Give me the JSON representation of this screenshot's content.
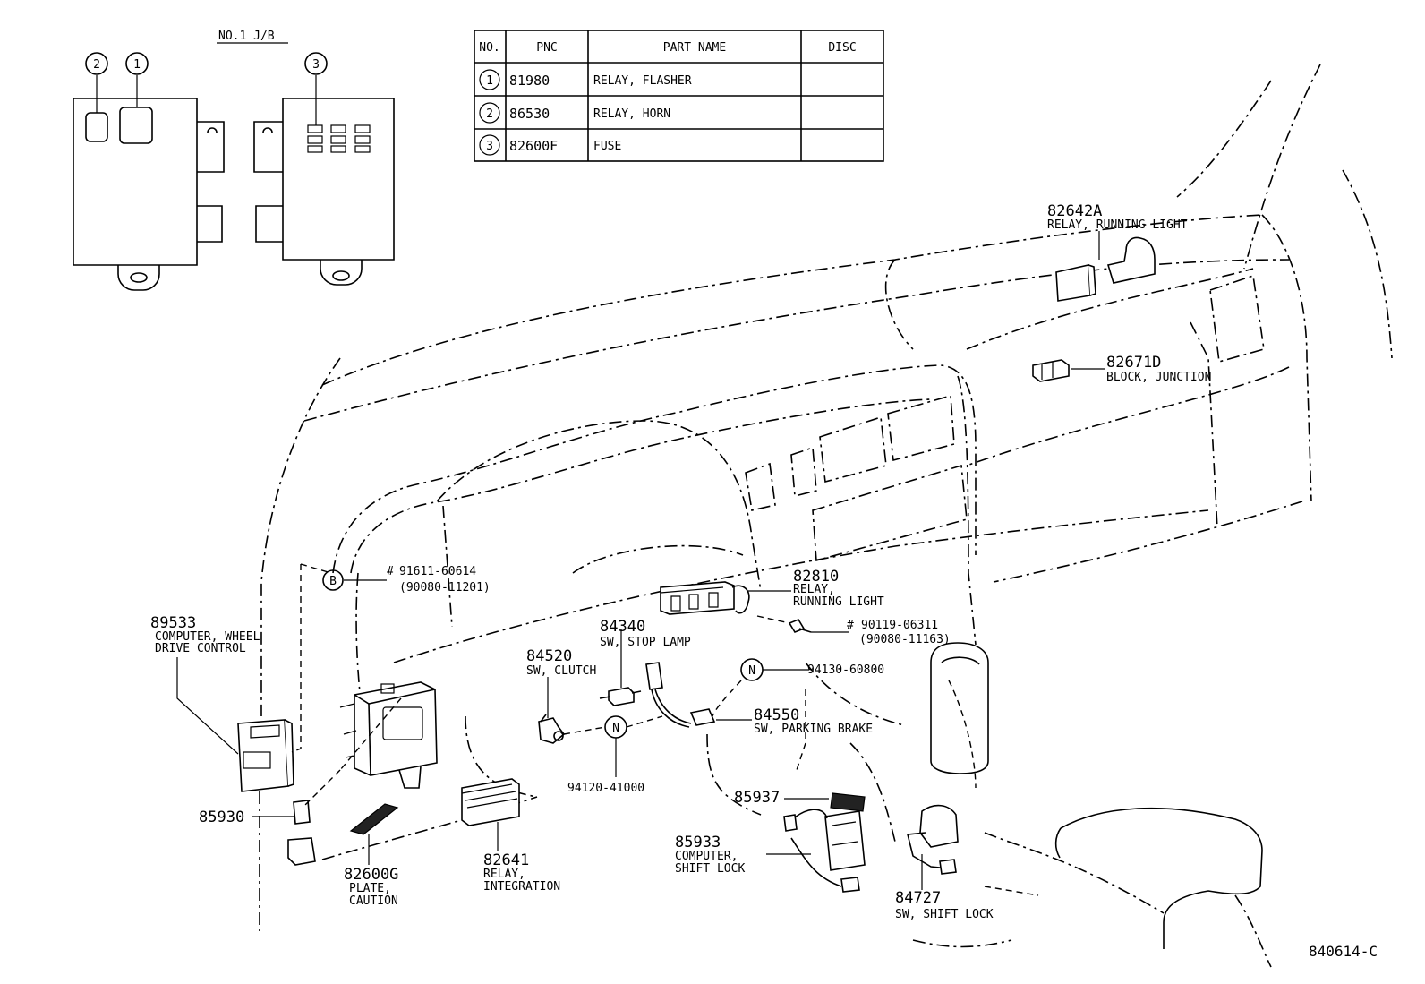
{
  "junction_block": {
    "title": "NO.1 J/B",
    "markers": [
      "2",
      "1",
      "3"
    ]
  },
  "parts_table": {
    "headers": {
      "no": "NO.",
      "pnc": "PNC",
      "part_name": "PART NAME",
      "disc": "DISC"
    },
    "rows": [
      {
        "no": "1",
        "pnc": "81980",
        "part_name": "RELAY, FLASHER",
        "disc": ""
      },
      {
        "no": "2",
        "pnc": "86530",
        "part_name": "RELAY, HORN",
        "disc": ""
      },
      {
        "no": "3",
        "pnc": "82600F",
        "part_name": "FUSE",
        "disc": ""
      }
    ]
  },
  "callouts": {
    "c82642A": {
      "pnc": "82642A",
      "name1": "RELAY, RUNNING LIGHT"
    },
    "c82671D": {
      "pnc": "82671D",
      "name1": "BLOCK, JUNCTION"
    },
    "c91611": {
      "marker": "B",
      "hash": "#",
      "pnc": "91611-60614",
      "alt": "(90080-11201)"
    },
    "c82810": {
      "pnc": "82810",
      "name1": "RELAY,",
      "name2": "RUNNING LIGHT"
    },
    "c90119": {
      "hash": "#",
      "pnc": "90119-06311",
      "alt": "(90080-11163)"
    },
    "c94130": {
      "marker": "N",
      "pnc": "94130-60800"
    },
    "c84340": {
      "pnc": "84340",
      "name1": "SW, STOP LAMP"
    },
    "c84520": {
      "pnc": "84520",
      "name1": "SW, CLUTCH"
    },
    "c84550": {
      "pnc": "84550",
      "name1": "SW, PARKING BRAKE"
    },
    "c94120": {
      "marker": "N",
      "pnc": "94120-41000"
    },
    "c89533": {
      "pnc": "89533",
      "name1": "COMPUTER, WHEEL",
      "name2": "DRIVE CONTROL"
    },
    "c85930": {
      "pnc": "85930"
    },
    "c82600G": {
      "pnc": "82600G",
      "name1": "PLATE,",
      "name2": "CAUTION"
    },
    "c82641": {
      "pnc": "82641",
      "name1": "RELAY,",
      "name2": "INTEGRATION"
    },
    "c85937": {
      "pnc": "85937"
    },
    "c85933": {
      "pnc": "85933",
      "name1": "COMPUTER,",
      "name2": "SHIFT LOCK"
    },
    "c84727": {
      "pnc": "84727",
      "name1": "SW, SHIFT LOCK"
    }
  },
  "figure_code": "840614-C"
}
